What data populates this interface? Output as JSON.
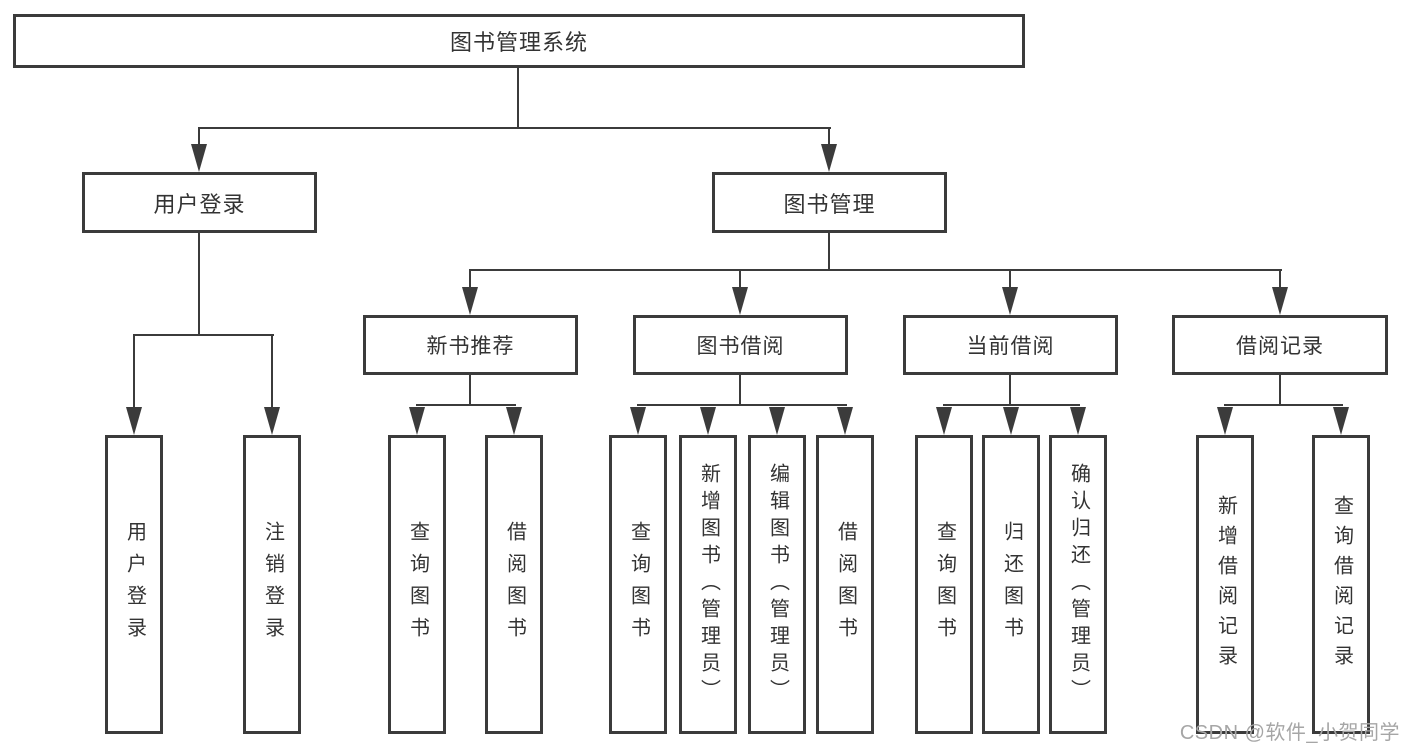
{
  "diagram": {
    "root": {
      "label": "图书管理系统"
    },
    "user_login": {
      "label": "用户登录",
      "children": [
        "用户登录",
        "注销登录"
      ]
    },
    "book_management": {
      "label": "图书管理",
      "sections": [
        {
          "label": "新书推荐",
          "children": [
            "查询图书",
            "借阅图书"
          ]
        },
        {
          "label": "图书借阅",
          "children": [
            "查询图书",
            "新增图书（管理员）",
            "编辑图书（管理员）",
            "借阅图书"
          ]
        },
        {
          "label": "当前借阅",
          "children": [
            "查询图书",
            "归还图书",
            "确认归还（管理员）"
          ]
        },
        {
          "label": "借阅记录",
          "children": [
            "新增借阅记录",
            "查询借阅记录"
          ]
        }
      ]
    }
  },
  "watermark": {
    "text": "CSDN @软件_小贺同学"
  },
  "colors": {
    "line": "#3b3b3b",
    "text": "#333333",
    "watermark": "#a6a6a6",
    "background": "#ffffff"
  }
}
